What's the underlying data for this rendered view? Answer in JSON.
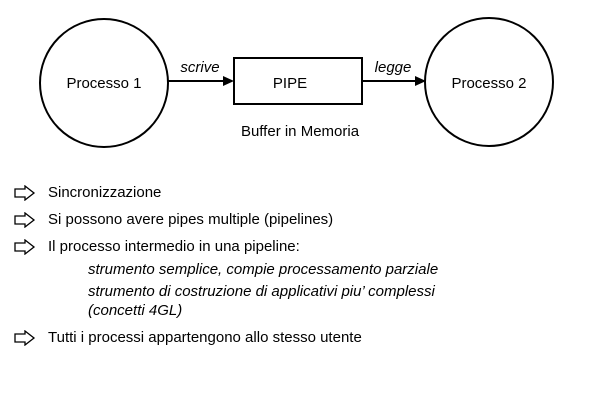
{
  "diagram": {
    "process_left": "Processo 1",
    "process_right": "Processo 2",
    "pipe_label": "PIPE",
    "arrow_write": "scrive",
    "arrow_read": "legge",
    "buffer_caption": "Buffer in Memoria"
  },
  "bullets": [
    {
      "text": "Sincronizzazione",
      "icon": "arrow-right-outline-icon"
    },
    {
      "text": "Si possono avere pipes multiple (pipelines)",
      "icon": "arrow-right-outline-icon"
    },
    {
      "text": "Il processo intermedio in una pipeline:",
      "icon": "arrow-right-outline-icon",
      "sub": [
        "strumento semplice, compie processamento parziale",
        "strumento di costruzione di applicativi piu’ complessi\n(concetti 4GL)"
      ]
    },
    {
      "text": "Tutti i processi appartengono allo stesso utente",
      "icon": "arrow-right-outline-icon"
    }
  ]
}
